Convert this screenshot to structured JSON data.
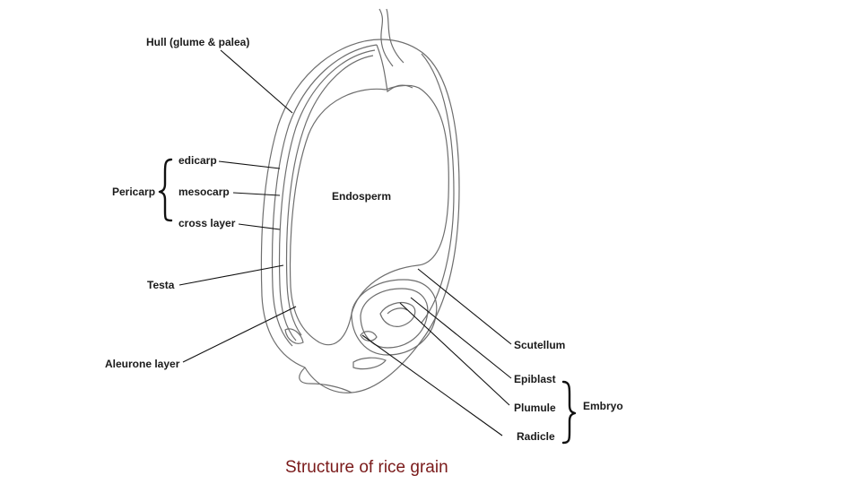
{
  "labels": {
    "hull": "Hull (glume & palea)",
    "pericarp": "Pericarp",
    "edicarp": "edicarp",
    "mesocarp": "mesocarp",
    "cross_layer": "cross layer",
    "testa": "Testa",
    "aleurone": "Aleurone layer",
    "endosperm": "Endosperm",
    "scutellum": "Scutellum",
    "epiblast": "Epiblast",
    "plumule": "Plumule",
    "radicle": "Radicle",
    "embryo": "Embryo"
  },
  "caption": "Structure of rice grain",
  "colors": {
    "caption": "#7a1a1a",
    "outline": "#6e6e6e",
    "text": "#1a1a1a"
  }
}
